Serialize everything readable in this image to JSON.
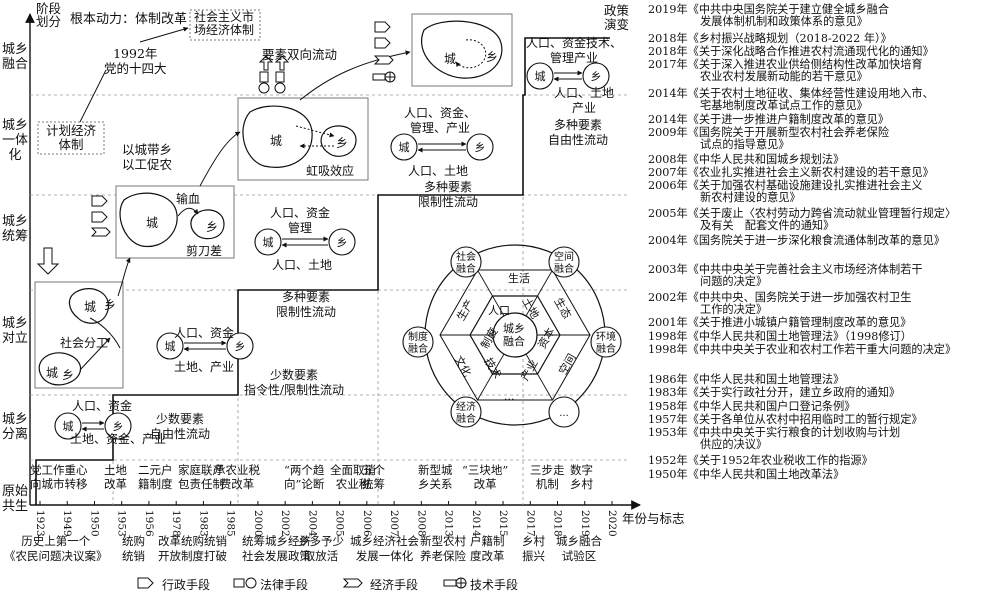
{
  "header": {
    "y_axis_title": "阶段\n划分",
    "driver": "根本动力：体制改革",
    "socialist_market": "社会主义市\n场经济体制",
    "year1992": "1992年\n党的十四大",
    "planned_economy": "计划经济\n体制",
    "policy_evolution": "政策\n演变",
    "factor_flow": "要素双向流动",
    "siphon": "虹吸效应",
    "city_lead": "以城带乡\n以工促农",
    "blood": "输血",
    "scissors": "剪刀差",
    "division": "社会分工"
  },
  "stages": [
    "城乡融合",
    "城乡一体化",
    "城乡统筹",
    "城乡对立",
    "城乡分离",
    "原始共生"
  ],
  "city": "城",
  "village": "乡",
  "flows": {
    "s1_top": "人口、资金",
    "s1_bottom": "土地、资金、产业",
    "s1_label": "少数要素\n自由性流动",
    "s2_top": "人口、资金",
    "s2_bottom": "土地、产业",
    "s2_label": "少数要素\n指令性/限制性流动",
    "s3_top": "人口、资金\n管理",
    "s3_bottom": "人口、土地",
    "s3_label": "多种要素\n限制性流动",
    "s4_top": "人口、资金、\n管理、产业",
    "s4_bottom": "人口、土地",
    "s4_label": "多种要素\n限制性流动",
    "s5_top": "人口、资金技术、\n管理产业",
    "s5_bottom": "人口、土地\n产业",
    "s5_label": "多种要素\n自由性流动"
  },
  "hexagon": {
    "center": "城乡\n融合",
    "inner": [
      "人口",
      "土地",
      "生态",
      "资本",
      "空间",
      "产业",
      "技术",
      "文化",
      "制度",
      "生产"
    ],
    "outer_label": "生活",
    "nodes": [
      "社会\n融合",
      "空间\n融合",
      "环境\n融合",
      "...",
      "经济\n融合",
      "制度\n融合"
    ],
    "more": "..."
  },
  "x_axis": {
    "title": "年份与标志",
    "years": [
      "1923",
      "1949",
      "1950",
      "1953",
      "1956",
      "1978",
      "1983",
      "1985",
      "2000",
      "2002",
      "2004",
      "2005",
      "2006",
      "2007",
      "2008",
      "2013",
      "2014",
      "2015",
      "2017",
      "2018",
      "2019",
      "2020"
    ],
    "events_top": [
      "党工作重心\n向城市转移",
      "土地\n改革",
      "二元户\n籍制度",
      "家庭联产\n包责任制",
      "承农业税\n费改革",
      "“两个趋\n向”论断",
      "全面取消\n农业税",
      "五个\n统筹",
      "新型城\n乡关系",
      "“三块地”\n改革",
      "三步走\n机制",
      "数字\n乡村"
    ],
    "events_bottom": [
      "历史上第一个\n《农民问题决议案》",
      "统购\n统销",
      "改革统购统销\n开放制度打破",
      "统筹城乡经济\n社会发展政策",
      "乡多予少\n取放活",
      "城乡经济社会\n发展一体化",
      "新型农村\n养老保险",
      "户籍制\n度改革",
      "乡村\n振兴",
      "城乡融合\n试验区"
    ]
  },
  "policies": [
    {
      "year": "2019年",
      "text": "《中共中央国务院关于建立健全城乡融合\n发展体制机制和政策体系的意见》"
    },
    {
      "year": "2018年",
      "text": "《乡村振兴战略规划（2018-2022 年）》"
    },
    {
      "year": "2018年",
      "text": "《关于深化战略合作推进农村流通现代化的通知》"
    },
    {
      "year": "2017年",
      "text": "《关于深入推进农业供给侧结构性改革加快培育\n农业农村发展新动能的若干意见》"
    },
    {
      "year": "2014年",
      "text": "《关于农村土地征收、集体经营性建设用地入市、\n宅基地制度改革试点工作的意见》"
    },
    {
      "year": "2014年",
      "text": "《关于进一步推进户籍制度改革的意见》"
    },
    {
      "year": "2009年",
      "text": "《国务院关于开展新型农村社会养老保险\n试点的指导意见》"
    },
    {
      "year": "2008年",
      "text": "《中华人民共和国城乡规划法》"
    },
    {
      "year": "2007年",
      "text": "《农业扎实推进社会主义新农村建设的若干意见》"
    },
    {
      "year": "2006年",
      "text": "《关于加强农村基础设施建设扎实推进社会主义\n新农村建设的意见》"
    },
    {
      "year": "2005年",
      "text": "《关于废止〈农村劳动力跨省流动就业管理暂行规定〉\n及有关　配套文件的通知》"
    },
    {
      "year": "2004年",
      "text": "《国务院关于进一步深化粮食流通体制改革的意见》"
    },
    {
      "year": "2003年",
      "text": "《中共中央关于完善社会主义市场经济体制若干\n问题的决定》"
    },
    {
      "year": "2002年",
      "text": "《中共中央、国务院关于进一步加强农村卫生\n工作的决定》"
    },
    {
      "year": "2001年",
      "text": "《关于推进小城镇户籍管理制度改革的意见》"
    },
    {
      "year": "1998年",
      "text": "《中华人民共和国土地管理法》（1998修订）"
    },
    {
      "year": "1998年",
      "text": "《中共中央关于农业和农村工作若干重大问题的决定》"
    },
    {
      "year": "1986年",
      "text": "《中华人民共和国土地管理法》"
    },
    {
      "year": "1983年",
      "text": "《关于实行政社分开，建立乡政府的通知》"
    },
    {
      "year": "1958年",
      "text": "《中华人民共和国户口登记条例》"
    },
    {
      "year": "1957年",
      "text": "《关于各单位从农村中招用临时工的暂行规定》"
    },
    {
      "year": "1953年",
      "text": "《中共中央关于实行粮食的计划收购与计划\n供应的决议》"
    },
    {
      "year": "1952年",
      "text": "《关于1952年农业税收工作的指源》"
    },
    {
      "year": "1950年",
      "text": "《中华人民共和国土地改革法》"
    }
  ],
  "legend": {
    "admin": "行政手段",
    "law": "法律手段",
    "econ": "经济手段",
    "tech": "技术手段"
  }
}
